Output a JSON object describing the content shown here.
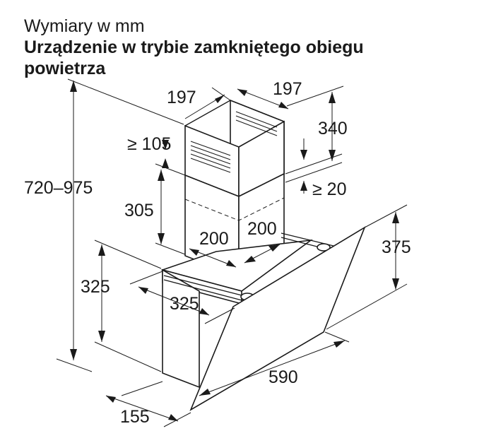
{
  "header": {
    "subtitle": "Wymiary w mm",
    "title": "Urządzenie w trybie zamkniętego obiegu powietrza"
  },
  "dimensions": {
    "overall_height": "720–975",
    "chimney_top_depth": "197",
    "chimney_top_width": "197",
    "chimney_upper_height": "340",
    "chimney_min_overlap": "≥ 105",
    "gap_min": "≥ 20",
    "chimney_lower_height": "305",
    "chimney_lower_depth": "200",
    "chimney_lower_width": "200",
    "glass_height": "375",
    "body_height": "325",
    "body_depth": "325",
    "width": "590",
    "bottom_depth": "155"
  }
}
